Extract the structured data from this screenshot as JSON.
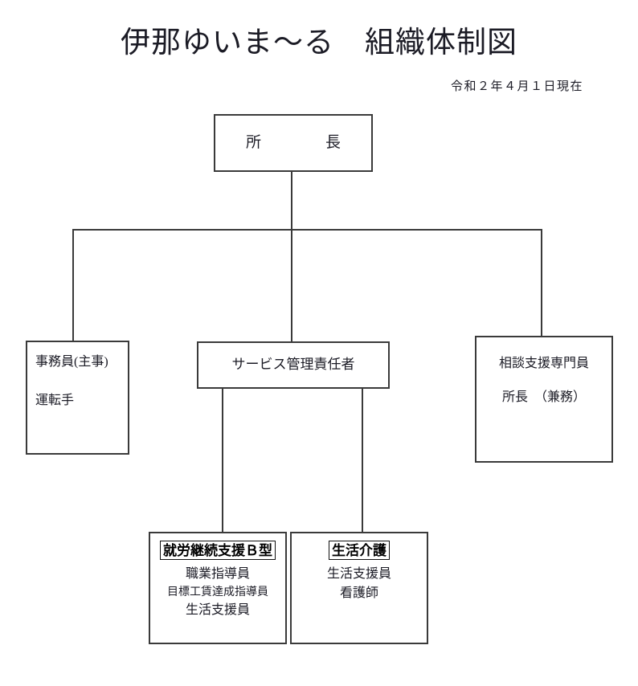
{
  "header": {
    "title": "伊那ゆいま〜る　組織体制図",
    "date": "令和２年４月１日現在"
  },
  "org_chart": {
    "director": {
      "label": "所　　長"
    },
    "clerk": {
      "line1": "事務員(主事)",
      "line2": "運転手"
    },
    "service_manager": {
      "label": "サービス管理責任者"
    },
    "consultation": {
      "line1": "相談支援専門員",
      "line2": "所長　（兼務）"
    },
    "employment_support": {
      "heading": "就労継続支援Ｂ型",
      "item1": "職業指導員",
      "item2": "目標工賃達成指導員",
      "item3": "生活支援員"
    },
    "daycare": {
      "heading": "生活介護",
      "item1": "生活支援員",
      "item2": "看護師"
    }
  }
}
